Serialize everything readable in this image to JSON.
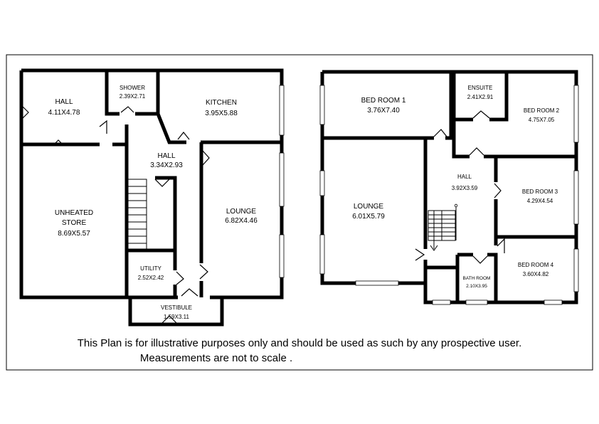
{
  "ground_floor": {
    "rooms": [
      {
        "id": "hall",
        "name": "HALL",
        "size": "4.11X4.78"
      },
      {
        "id": "shower",
        "name": "SHOWER",
        "size": "2.39X2.71"
      },
      {
        "id": "kitchen",
        "name": "KITCHEN",
        "size": "3.95X5.88"
      },
      {
        "id": "inner-hall",
        "name": "HALL",
        "size": "3.34X2.93"
      },
      {
        "id": "unheated-store",
        "name_line1": "UNHEATED",
        "name_line2": "STORE",
        "size": "8.69X5.57"
      },
      {
        "id": "lounge",
        "name": "LOUNGE",
        "size": "6.82X4.46"
      },
      {
        "id": "utility",
        "name": "UTILITY",
        "size": "2.52X2.42"
      },
      {
        "id": "vestibule",
        "name": "VESTIBULE",
        "size": "1.59X3.11"
      }
    ]
  },
  "first_floor": {
    "rooms": [
      {
        "id": "bedroom-1",
        "name": "BED ROOM 1",
        "size": "3.76X7.40"
      },
      {
        "id": "ensuite",
        "name": "ENSUITE",
        "size": "2.41X2.91"
      },
      {
        "id": "bedroom-2",
        "name": "BED ROOM 2",
        "size": "4.75X7.05"
      },
      {
        "id": "hall",
        "name": "HALL",
        "size": "3.92X3.59"
      },
      {
        "id": "lounge",
        "name": "LOUNGE",
        "size": "6.01X5.79"
      },
      {
        "id": "bedroom-3",
        "name": "BED ROOM 3",
        "size": "4.29X4.54"
      },
      {
        "id": "bathroom",
        "name": "BATH ROOM",
        "size": "2.10X3.95"
      },
      {
        "id": "bedroom-4",
        "name": "BED ROOM 4",
        "size": "3.60X4.82"
      }
    ]
  },
  "disclaimer": {
    "line1": "This Plan is for illustrative purposes only and should be used as such by any prospective user.",
    "line2": "Measurements are not to scale ."
  }
}
